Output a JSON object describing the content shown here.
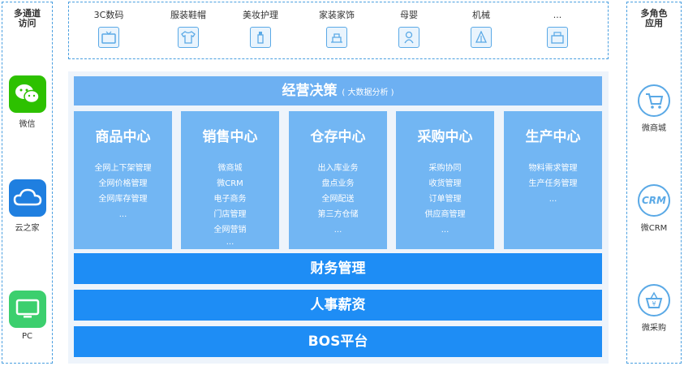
{
  "left_panel": {
    "title": "多通道\n访问",
    "items": [
      {
        "label": "微信",
        "icon": "wechat-icon",
        "color": "#2dc100"
      },
      {
        "label": "云之家",
        "icon": "cloud-icon",
        "color": "#1f7fe0"
      },
      {
        "label": "PC",
        "icon": "monitor-icon",
        "color": "#3ccf6e"
      }
    ]
  },
  "right_panel": {
    "title": "多角色\n应用",
    "items": [
      {
        "label": "微商城",
        "icon": "shopping-cart-icon"
      },
      {
        "label": "微CRM",
        "icon": "crm-icon",
        "icon_text": "CRM"
      },
      {
        "label": "微采购",
        "icon": "purchase-basket-icon"
      }
    ]
  },
  "categories": [
    {
      "label": "3C数码",
      "icon": "tv-icon"
    },
    {
      "label": "服装鞋帽",
      "icon": "shirt-icon"
    },
    {
      "label": "美妆护理",
      "icon": "cosmetics-icon"
    },
    {
      "label": "家装家饰",
      "icon": "home-decor-icon"
    },
    {
      "label": "母婴",
      "icon": "baby-icon"
    },
    {
      "label": "机械",
      "icon": "machinery-icon"
    },
    {
      "label": "...",
      "icon": "more-goods-icon"
    }
  ],
  "decision": {
    "title": "经营决策",
    "subtitle": "( 大数据分析 )"
  },
  "centers": [
    {
      "title": "商品中心",
      "items": [
        "全网上下架管理",
        "全网价格管理",
        "全网库存管理",
        "..."
      ]
    },
    {
      "title": "销售中心",
      "items": [
        "微商城",
        "微CRM",
        "电子商务",
        "门店管理",
        "全网营销",
        "..."
      ]
    },
    {
      "title": "仓存中心",
      "items": [
        "出入库业务",
        "盘点业务",
        "全网配送",
        "第三方仓储",
        "..."
      ]
    },
    {
      "title": "采购中心",
      "items": [
        "采购协同",
        "收货管理",
        "订单管理",
        "供应商管理",
        "..."
      ]
    },
    {
      "title": "生产中心",
      "items": [
        "物料需求管理",
        "生产任务管理",
        "..."
      ]
    }
  ],
  "finance": "财务管理",
  "hr": "人事薪资",
  "bos": "BOS平台",
  "colors": {
    "accent": "#1e8df5",
    "center_bg": "#72b6f3",
    "decision_bg": "#6db0f2",
    "border": "#4a9fe0"
  }
}
